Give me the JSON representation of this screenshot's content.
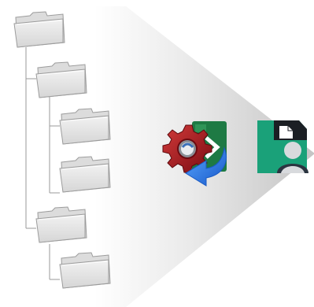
{
  "diagram": {
    "kind": "folder-tree-conversion",
    "folders": [
      {
        "icon": "folder-icon",
        "depth": 0
      },
      {
        "icon": "folder-icon",
        "depth": 1
      },
      {
        "icon": "folder-icon",
        "depth": 2
      },
      {
        "icon": "folder-icon",
        "depth": 2
      },
      {
        "icon": "folder-icon",
        "depth": 1
      },
      {
        "icon": "folder-icon",
        "depth": 2
      }
    ],
    "converter": {
      "icons": [
        "gear-icon",
        "excel-document-icon",
        "blue-curved-arrow-icon"
      ]
    },
    "output": {
      "icons": [
        "excel-document-icon",
        "user-avatar-icon"
      ]
    },
    "colors": {
      "folder_fill": "#e4e4e4",
      "folder_stroke": "#9c9c9c",
      "tree_line": "#9a9a9a",
      "funnel_dark": "#c7c7c7",
      "funnel_light": "#ffffff",
      "gear": "#a8141c",
      "excel_green": "#1e7a44",
      "output_green": "#1aa179",
      "arrow_blue": "#2a7fe8",
      "avatar_dark": "#2b3440",
      "avatar_light": "#d8dadd"
    }
  }
}
